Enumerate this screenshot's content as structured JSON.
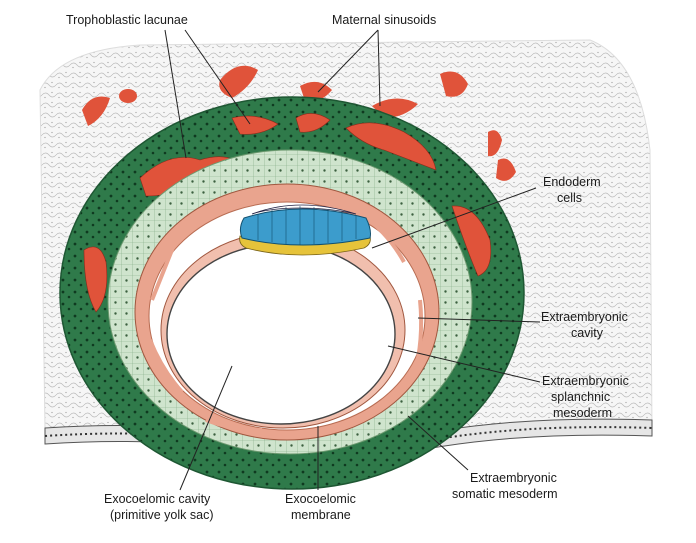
{
  "labels": {
    "trophoblastic_lacunae": "Trophoblastic lacunae",
    "maternal_sinusoids": "Maternal sinusoids",
    "endoderm_cells_1": "Endoderm",
    "endoderm_cells_2": "cells",
    "extraembryonic_cavity_1": "Extraembryonic",
    "extraembryonic_cavity_2": "cavity",
    "splanchnic_1": "Extraembryonic",
    "splanchnic_2": "splanchnic",
    "splanchnic_3": "mesoderm",
    "somatic_1": "Extraembryonic",
    "somatic_2": "somatic mesoderm",
    "exocoelomic_cavity_1": "Exocoelomic cavity",
    "exocoelomic_cavity_2": "(primitive yolk sac)",
    "exocoelomic_membrane_1": "Exocoelomic",
    "exocoelomic_membrane_2": "membrane"
  },
  "colors": {
    "syncytiotrophoblast": "#2f7a4a",
    "cytotrophoblast": "#c9e0c8",
    "mesoderm": "#e9a48e",
    "maternal_blood": "#e0533a",
    "epiblast": "#3c9ccc",
    "hypoblast": "#e6c33a",
    "endometrium_bg": "#f4f4f4"
  }
}
